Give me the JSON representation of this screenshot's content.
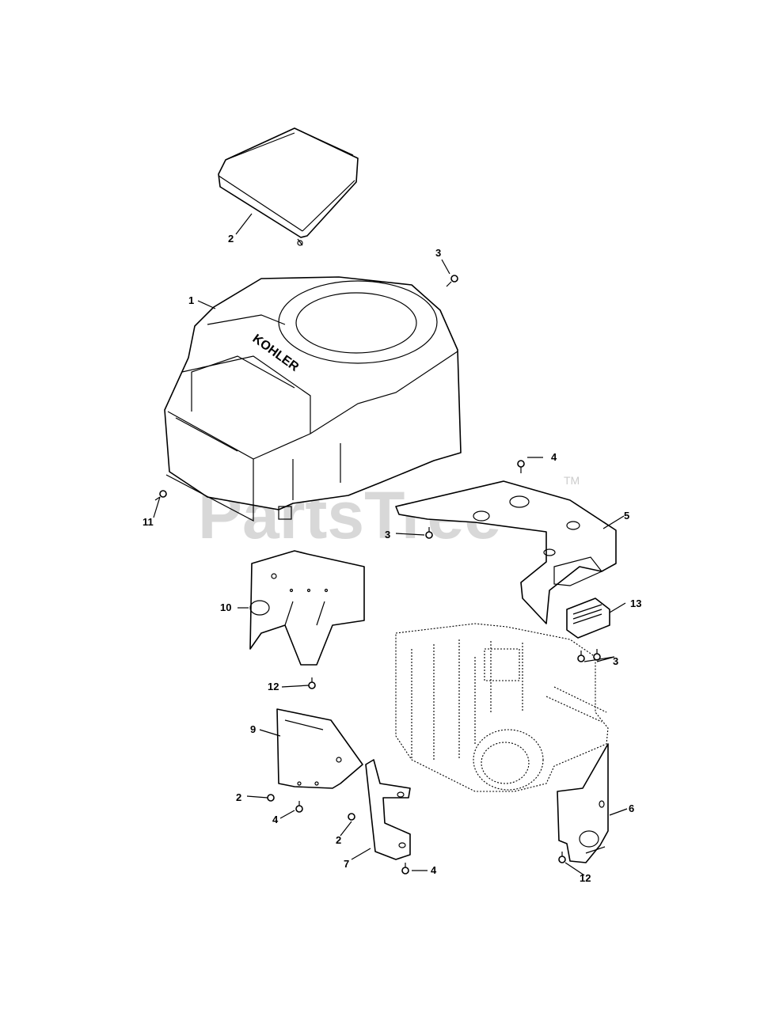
{
  "watermark": {
    "text": "PartsTree",
    "trademark": "TM"
  },
  "brand_logo": "KOHLER",
  "callouts": {
    "c1": "1",
    "c2a": "2",
    "c2b": "2",
    "c2c": "2",
    "c3a": "3",
    "c3b": "3",
    "c3c": "3",
    "c4a": "4",
    "c4b": "4",
    "c4c": "4",
    "c5": "5",
    "c6": "6",
    "c7": "7",
    "c9": "9",
    "c10": "10",
    "c11": "11",
    "c12a": "12",
    "c12b": "12",
    "c13": "13"
  }
}
